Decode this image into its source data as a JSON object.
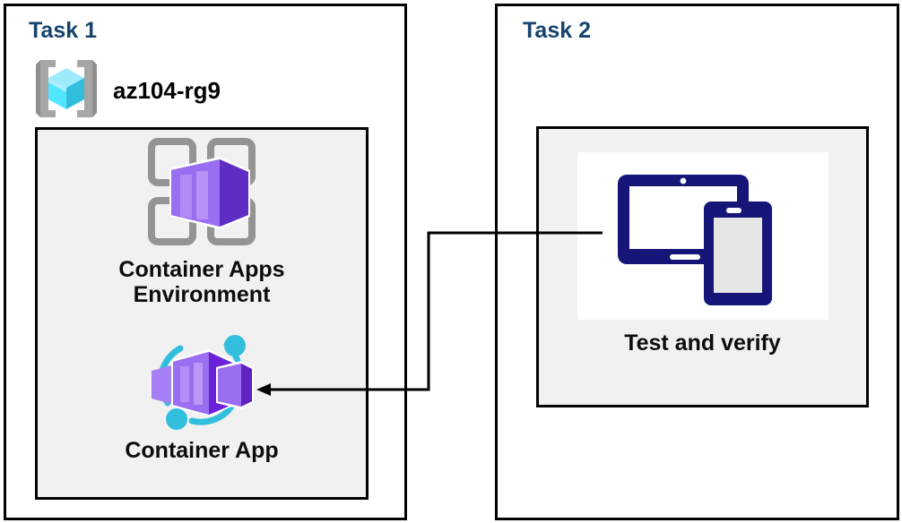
{
  "diagram": {
    "title_alt": "Azure Container Apps lab architecture",
    "background": "#ffffff",
    "accent_title_color": "#16446e",
    "group_fill": "#f1f1f1",
    "border_color": "#000000"
  },
  "task1": {
    "title": "Task 1",
    "resource_group": {
      "name": "az104-rg9",
      "icon": "azure-resource-group-icon",
      "bracket_color": "#949494",
      "cube_color": "#50e6ff"
    },
    "group_box": {
      "nodes": [
        {
          "id": "container-apps-environment",
          "label": "Container Apps\nEnvironment",
          "icon": "container-apps-environment-icon",
          "icon_colors": {
            "grid": "#949494",
            "box_light": "#9a6ef0",
            "box_dark": "#5c2dbf"
          }
        },
        {
          "id": "container-app",
          "label": "Container App",
          "icon": "container-app-icon",
          "icon_colors": {
            "box_light": "#a67ef5",
            "box_dark": "#7a2bea",
            "arc": "#32bedd"
          }
        }
      ]
    }
  },
  "task2": {
    "title": "Task 2",
    "group_box": {
      "nodes": [
        {
          "id": "test-and-verify",
          "label": "Test and verify",
          "icon": "devices-test-icon",
          "icon_colors": {
            "device": "#161678",
            "screen": "#ffffff",
            "phone_screen": "#e6e6e6"
          }
        }
      ]
    }
  },
  "connector": {
    "id": "testverify-to-containerapp",
    "from": "test-and-verify",
    "to": "container-app",
    "style": "orthogonal-arrow",
    "color": "#000000",
    "arrowhead": "end"
  }
}
